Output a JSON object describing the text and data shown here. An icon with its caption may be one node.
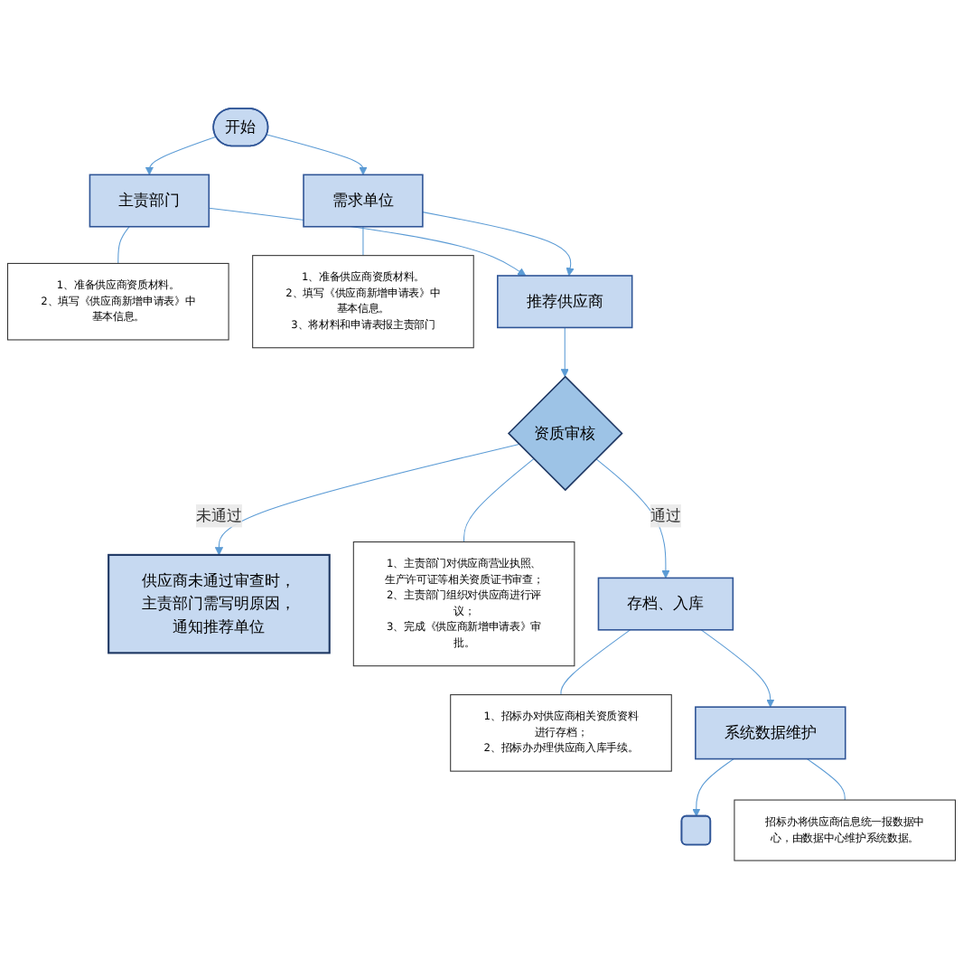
{
  "diagram": {
    "nodes": [
      {
        "text": [
          "开始"
        ]
      },
      {
        "text": [
          "主责部门"
        ]
      },
      {
        "text": [
          "需求单位"
        ]
      },
      {
        "text": [
          "推荐供应商"
        ]
      },
      {
        "text": [
          "资质审核"
        ]
      },
      {
        "text": [
          "供应商未通过审查时，主责部门需写明原因，通知推荐单位"
        ]
      },
      {
        "text": [
          "存档、入库"
        ]
      },
      {
        "text": [
          "系统数据维护"
        ]
      },
      {
        "text": [],
        "shape": "box"
      },
      {
        "text": [
          "1、准备供应商资质材料。",
          "2、填写《供应商新增申请表》中基本信息。"
        ]
      },
      {
        "text": [
          "1、准备供应商资质材料。",
          "2、填写《供应商新增申请表》中基本信息。",
          "3、将材料和申请表报主责部门"
        ]
      },
      {
        "text": [
          "1、主责部门对供应商营业执照、生产许可证等相关资质证书审查；",
          "2、主责部门组织对供应商进行评议；",
          "3、完成《供应商新增申请表》审批。"
        ]
      },
      {
        "text": [
          "1、招标办对供应商相关资质资料进行存档；",
          "2、招标办办理供应商入库手续。"
        ]
      },
      {
        "text": [
          "招标办将供应商信息统一报数据中心，由数据中心维护系统数据。"
        ]
      }
    ],
    "edges": [
      {
        "from": 0,
        "to": 1,
        "arrow": "to"
      },
      {
        "from": 0,
        "to": 2,
        "arrow": "to"
      },
      {
        "from": 1,
        "to": 3,
        "arrow": "to"
      },
      {
        "from": 2,
        "to": 3,
        "arrow": "to"
      },
      {
        "from": 3,
        "to": 4,
        "arrow": "to"
      },
      {
        "from": 4,
        "to": 5,
        "arrow": "to",
        "label": "未通过"
      },
      {
        "from": 4,
        "to": 6,
        "arrow": "to",
        "label": "通过"
      },
      {
        "from": 6,
        "to": 7,
        "arrow": "to"
      },
      {
        "from": 7,
        "to": 8,
        "arrow": "to"
      },
      {
        "from": 1,
        "to": 9,
        "arrow": "none"
      },
      {
        "from": 2,
        "to": 10,
        "arrow": "none"
      },
      {
        "from": 4,
        "to": 11,
        "arrow": "none"
      },
      {
        "from": 6,
        "to": 12,
        "arrow": "none"
      },
      {
        "from": 7,
        "to": 13,
        "arrow": "none"
      }
    ]
  }
}
